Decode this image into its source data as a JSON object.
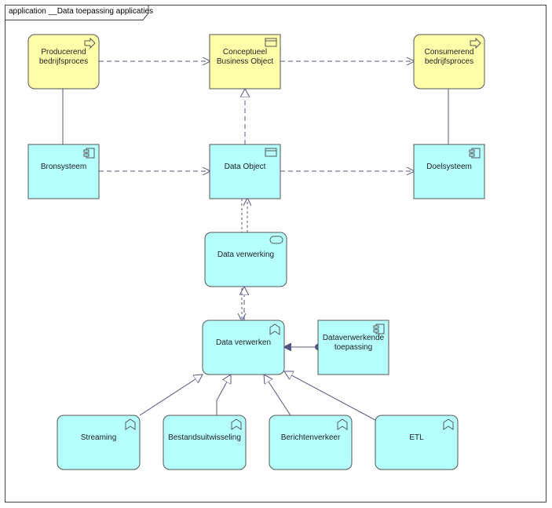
{
  "diagram": {
    "frame_title": "application __Data toepassing applicaties",
    "colors": {
      "business_fill": "#FFFFAA",
      "application_fill": "#B5FFFF",
      "stroke": "#555555",
      "edge": "#545480"
    },
    "nodes": {
      "producerend": {
        "lines": [
          "Producerend",
          "bedrijfsproces"
        ],
        "kind": "business-process"
      },
      "conceptueel": {
        "lines": [
          "Conceptueel",
          "Business Object"
        ],
        "kind": "business-object"
      },
      "consumerend": {
        "lines": [
          "Consumerend",
          "bedrijfsproces"
        ],
        "kind": "business-process"
      },
      "bronsysteem": {
        "lines": [
          "Bronsysteem"
        ],
        "kind": "application-component"
      },
      "data_object": {
        "lines": [
          "Data Object"
        ],
        "kind": "data-object"
      },
      "doelsysteem": {
        "lines": [
          "Doelsysteem"
        ],
        "kind": "application-component"
      },
      "data_verwerking": {
        "lines": [
          "Data verwerking"
        ],
        "kind": "application-service"
      },
      "data_verwerken": {
        "lines": [
          "Data verwerken"
        ],
        "kind": "application-function"
      },
      "dataverwerkende": {
        "lines": [
          "Dataverwerkende",
          "toepassing"
        ],
        "kind": "application-component"
      },
      "streaming": {
        "lines": [
          "Streaming"
        ],
        "kind": "application-function"
      },
      "bestandsuitwisseling": {
        "lines": [
          "Bestandsuitwisseling"
        ],
        "kind": "application-function"
      },
      "berichtenverkeer": {
        "lines": [
          "Berichtenverkeer"
        ],
        "kind": "application-function"
      },
      "etl": {
        "lines": [
          "ETL"
        ],
        "kind": "application-function"
      }
    },
    "edges": [
      {
        "from": "producerend",
        "to": "conceptueel",
        "type": "flow"
      },
      {
        "from": "conceptueel",
        "to": "consumerend",
        "type": "flow"
      },
      {
        "from": "bronsysteem",
        "to": "data_object",
        "type": "flow"
      },
      {
        "from": "data_object",
        "to": "doelsysteem",
        "type": "flow"
      },
      {
        "from": "producerend",
        "to": "bronsysteem",
        "type": "association"
      },
      {
        "from": "consumerend",
        "to": "doelsysteem",
        "type": "association"
      },
      {
        "from": "data_object",
        "to": "conceptueel",
        "type": "realization"
      },
      {
        "from": "data_verwerking",
        "to": "data_object",
        "type": "access"
      },
      {
        "from": "data_verwerken",
        "to": "data_verwerking",
        "type": "realization"
      },
      {
        "from": "data_verwerking",
        "to": "data_verwerken",
        "type": "access"
      },
      {
        "from": "dataverwerkende",
        "to": "data_verwerken",
        "type": "assignment"
      },
      {
        "from": "streaming",
        "to": "data_verwerken",
        "type": "specialization"
      },
      {
        "from": "bestandsuitwisseling",
        "to": "data_verwerken",
        "type": "specialization"
      },
      {
        "from": "berichtenverkeer",
        "to": "data_verwerken",
        "type": "specialization"
      },
      {
        "from": "etl",
        "to": "data_verwerken",
        "type": "specialization"
      }
    ]
  }
}
